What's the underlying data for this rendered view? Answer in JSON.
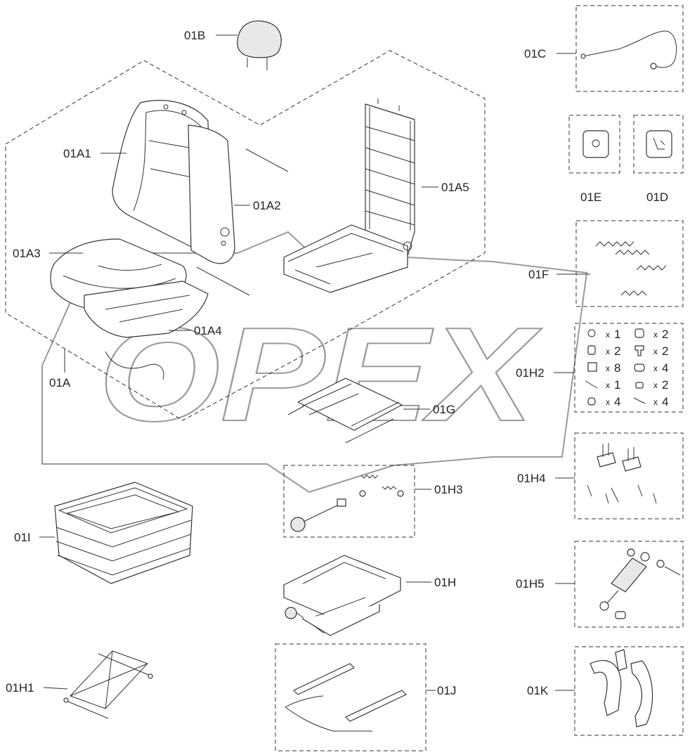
{
  "labels": {
    "l01B": "01B",
    "l01C": "01C",
    "l01A1": "01A1",
    "l01A2": "01A2",
    "l01A3": "01A3",
    "l01A4": "01A4",
    "l01A5": "01A5",
    "l01A": "01A",
    "l01E": "01E",
    "l01D": "01D",
    "l01F": "01F",
    "l01H2": "01H2",
    "l01G": "01G",
    "l01H3": "01H3",
    "l01H4": "01H4",
    "l01I": "01I",
    "l01H": "01H",
    "l01H5": "01H5",
    "l01H1": "01H1",
    "l01J": "01J",
    "l01K": "01K"
  },
  "kit_01H2": [
    {
      "icon": "ring-icon",
      "qty": "1"
    },
    {
      "icon": "nut-icon",
      "qty": "2"
    },
    {
      "icon": "bushing-icon",
      "qty": "2"
    },
    {
      "icon": "bolt-icon",
      "qty": "2"
    },
    {
      "icon": "clip-icon",
      "qty": "8"
    },
    {
      "icon": "grommet-icon",
      "qty": "4"
    },
    {
      "icon": "pin-icon",
      "qty": "1"
    },
    {
      "icon": "small-nut-icon",
      "qty": "2"
    },
    {
      "icon": "cap-icon",
      "qty": "4"
    },
    {
      "icon": "rod-icon",
      "qty": "4"
    }
  ],
  "qty_prefix": "x",
  "watermark": "OPEX"
}
